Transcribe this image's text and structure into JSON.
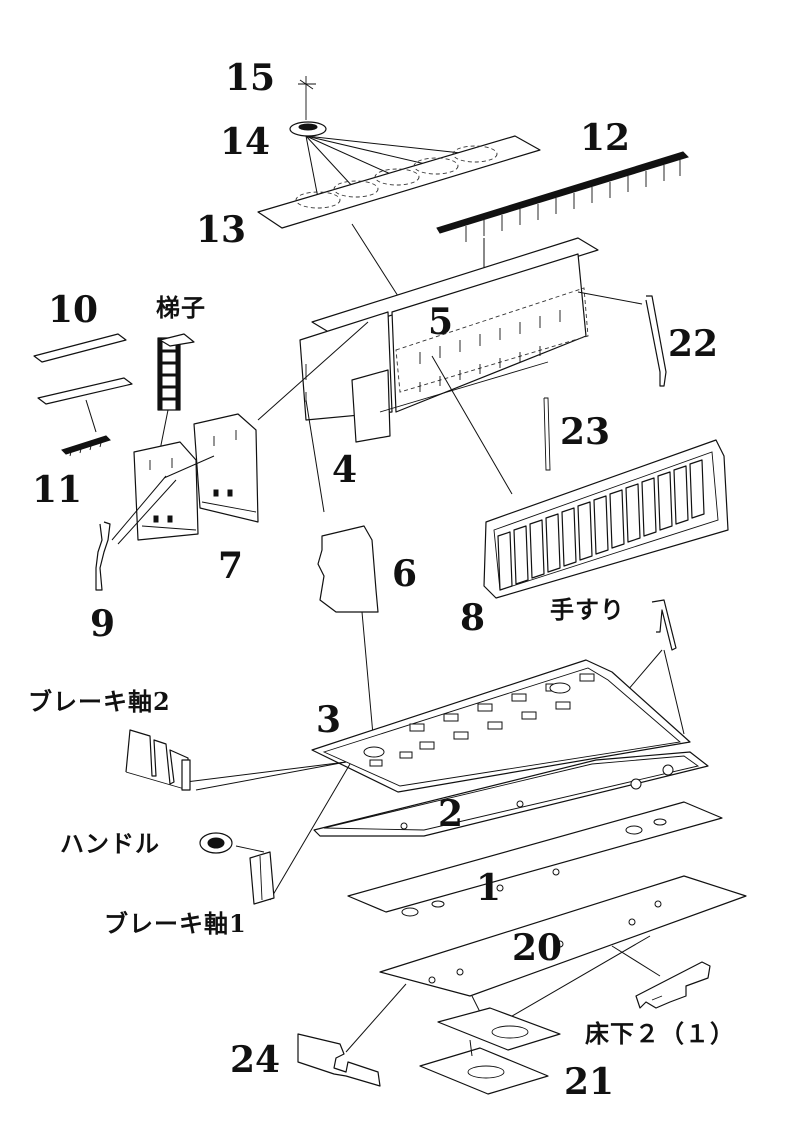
{
  "labels": {
    "p1": "1",
    "p2": "2",
    "p3": "3",
    "p4": "4",
    "p5": "5",
    "p6": "6",
    "p7": "7",
    "p8": "8",
    "p9": "9",
    "p10": "10",
    "p11": "11",
    "p12": "12",
    "p13": "13",
    "p14": "14",
    "p15": "15",
    "p20": "20",
    "p21": "21",
    "p22": "22",
    "p23": "23",
    "p24": "24",
    "ladder": "梯子",
    "handrail": "手すり",
    "brake_shaft_2": "ブレーキ軸2",
    "handle": "ハンドル",
    "brake_shaft_1": "ブレーキ軸1",
    "underfloor": "床下２（１）"
  },
  "colors": {
    "line": "#111111",
    "background": "#ffffff"
  }
}
